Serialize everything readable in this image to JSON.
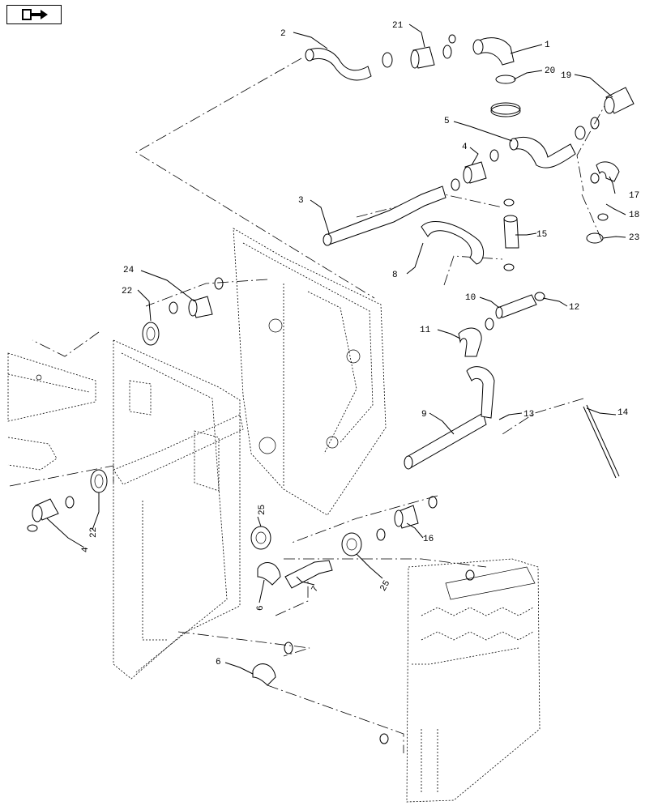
{
  "navigation": {
    "icon": "book-page-arrow-icon"
  },
  "callouts": [
    {
      "id": "c1",
      "label": "1"
    },
    {
      "id": "c2",
      "label": "2"
    },
    {
      "id": "c3",
      "label": "3"
    },
    {
      "id": "c4a",
      "label": "4"
    },
    {
      "id": "c4b",
      "label": "4"
    },
    {
      "id": "c5",
      "label": "5"
    },
    {
      "id": "c6a",
      "label": "6"
    },
    {
      "id": "c6b",
      "label": "6"
    },
    {
      "id": "c7",
      "label": "7"
    },
    {
      "id": "c8",
      "label": "8"
    },
    {
      "id": "c9",
      "label": "9"
    },
    {
      "id": "c10",
      "label": "10"
    },
    {
      "id": "c11",
      "label": "11"
    },
    {
      "id": "c12",
      "label": "12"
    },
    {
      "id": "c13",
      "label": "13"
    },
    {
      "id": "c14",
      "label": "14"
    },
    {
      "id": "c15",
      "label": "15"
    },
    {
      "id": "c16",
      "label": "16"
    },
    {
      "id": "c17",
      "label": "17"
    },
    {
      "id": "c18",
      "label": "18"
    },
    {
      "id": "c19",
      "label": "19"
    },
    {
      "id": "c20",
      "label": "20"
    },
    {
      "id": "c21",
      "label": "21"
    },
    {
      "id": "c22a",
      "label": "22"
    },
    {
      "id": "c22b",
      "label": "22"
    },
    {
      "id": "c23",
      "label": "23"
    },
    {
      "id": "c24",
      "label": "24"
    },
    {
      "id": "c25a",
      "label": "25"
    },
    {
      "id": "c25b",
      "label": "25"
    }
  ]
}
